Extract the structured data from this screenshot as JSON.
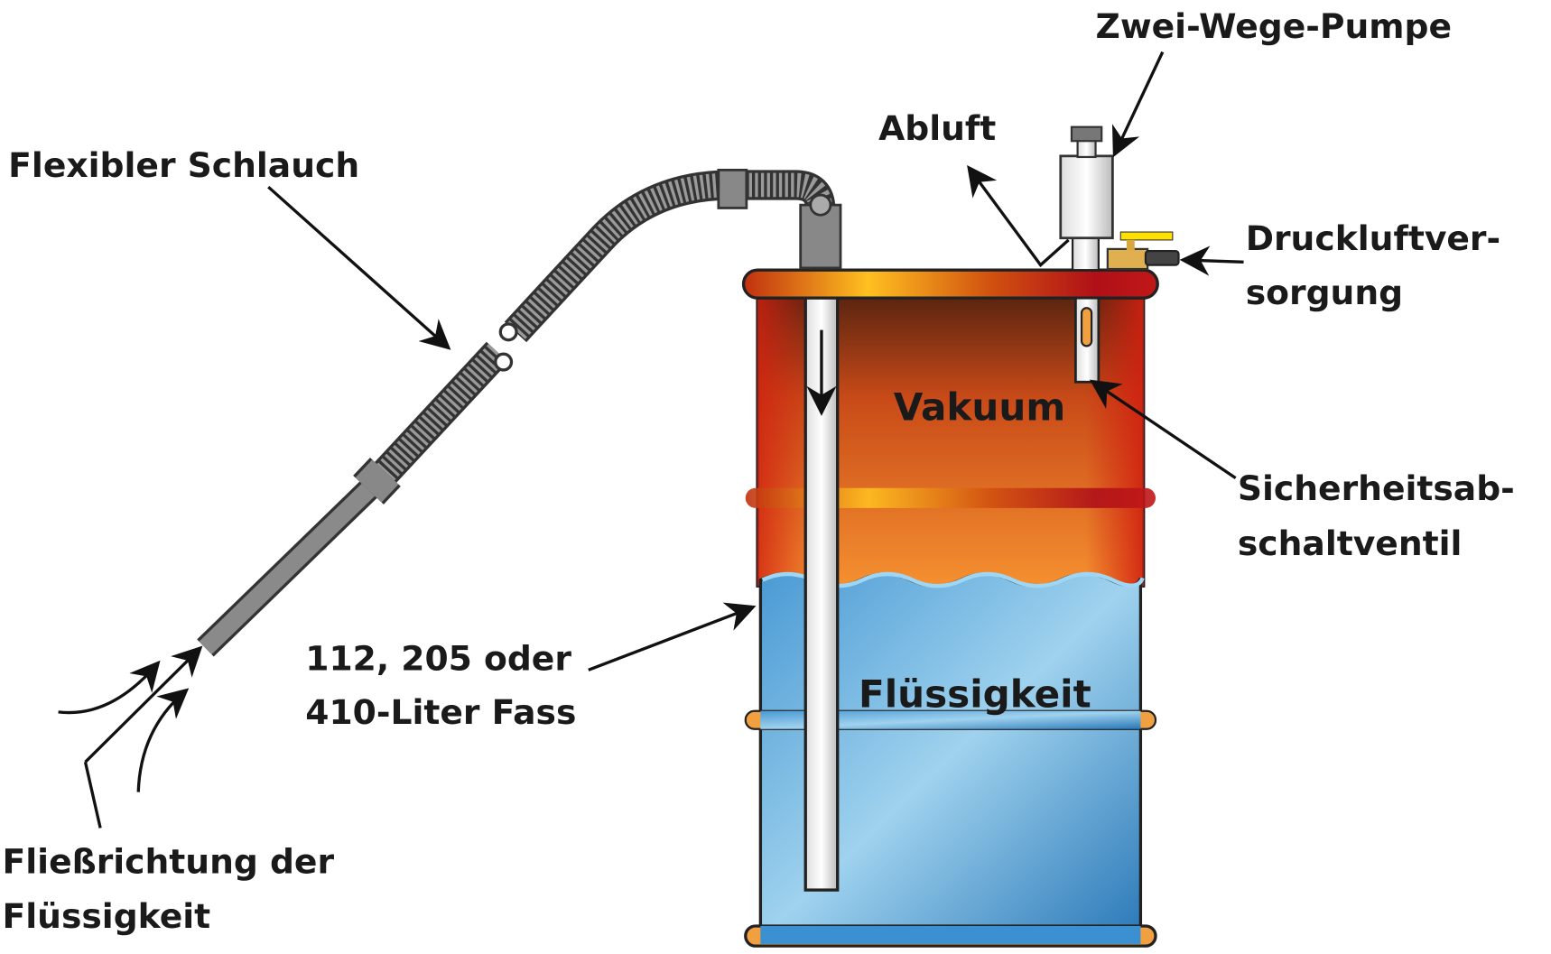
{
  "labels": {
    "pump": "Zwei-Wege-Pumpe",
    "exhaust": "Abluft",
    "hose": "Flexibler Schlauch",
    "air_supply_1": "Druckluftver-",
    "air_supply_2": "sorgung",
    "vacuum": "Vakuum",
    "safety_valve_1": "Sicherheitsab-",
    "safety_valve_2": "schaltventil",
    "drum_1": "112, 205 oder",
    "drum_2": "410-Liter Fass",
    "liquid": "Flüssigkeit",
    "flow_1": "Fließrichtung der",
    "flow_2": "Flüssigkeit"
  },
  "colors": {
    "liquid": "#5aa8dc",
    "vacuum_top": "#5a2410",
    "vacuum_mid": "#f0802a",
    "rim": "#c01818",
    "valve_handle": "#ffe000"
  }
}
